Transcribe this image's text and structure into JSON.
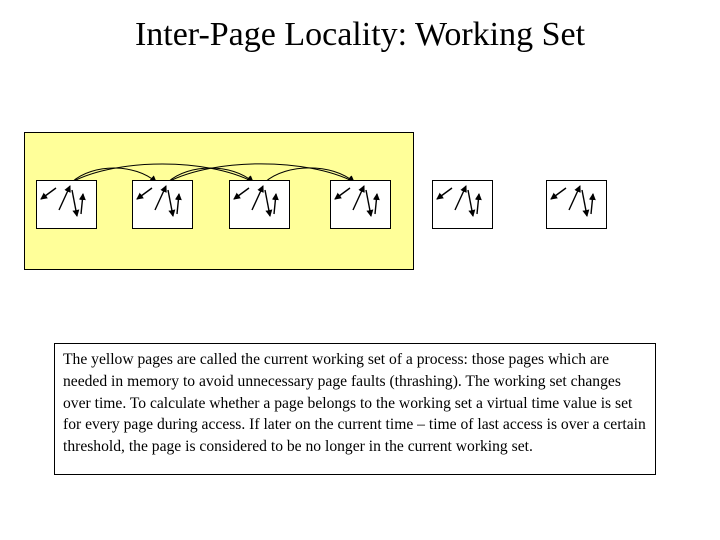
{
  "slide": {
    "title": "Inter-Page Locality: Working Set",
    "caption": "The yellow pages are called the current working set of a process: those pages which are needed in memory to avoid unnecessary page faults (thrashing). The working set changes over time. To calculate whether a page belongs to the working set a virtual time value is set for every page during access. If later on the current time – time of last access is over a certain threshold, the page is considered to be no longer in  the current working set."
  },
  "diagram": {
    "working_set_fill": "#ffff99",
    "page_count": 6,
    "pages_in_working_set": [
      1,
      2,
      3,
      4
    ],
    "pages_outside_working_set": [
      5,
      6
    ],
    "access_links": [
      [
        1,
        2
      ],
      [
        1,
        3
      ],
      [
        2,
        3
      ],
      [
        2,
        4
      ],
      [
        3,
        4
      ]
    ]
  }
}
